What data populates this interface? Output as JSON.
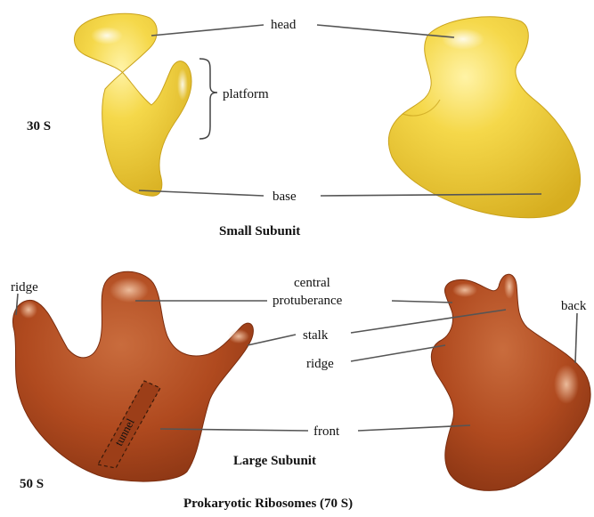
{
  "small_subunit": {
    "svedberg": "30 S",
    "title": "Small Subunit",
    "labels": {
      "head": "head",
      "platform": "platform",
      "base": "base"
    }
  },
  "large_subunit": {
    "svedberg": "50 S",
    "title": "Large Subunit",
    "labels": {
      "ridge_left": "ridge",
      "central_protuberance_line1": "central",
      "central_protuberance_line2": "protuberance",
      "stalk": "stalk",
      "ridge_right": "ridge",
      "back": "back",
      "front": "front",
      "tunnel": "tunnel"
    }
  },
  "figure_title": "Prokaryotic Ribosomes (70 S)",
  "colors": {
    "small_subunit": "#f2d143",
    "small_subunit_shade": "#d9b227",
    "large_subunit": "#b04a1f",
    "large_subunit_shade": "#8a3413",
    "highlight": "#fff6c8"
  }
}
